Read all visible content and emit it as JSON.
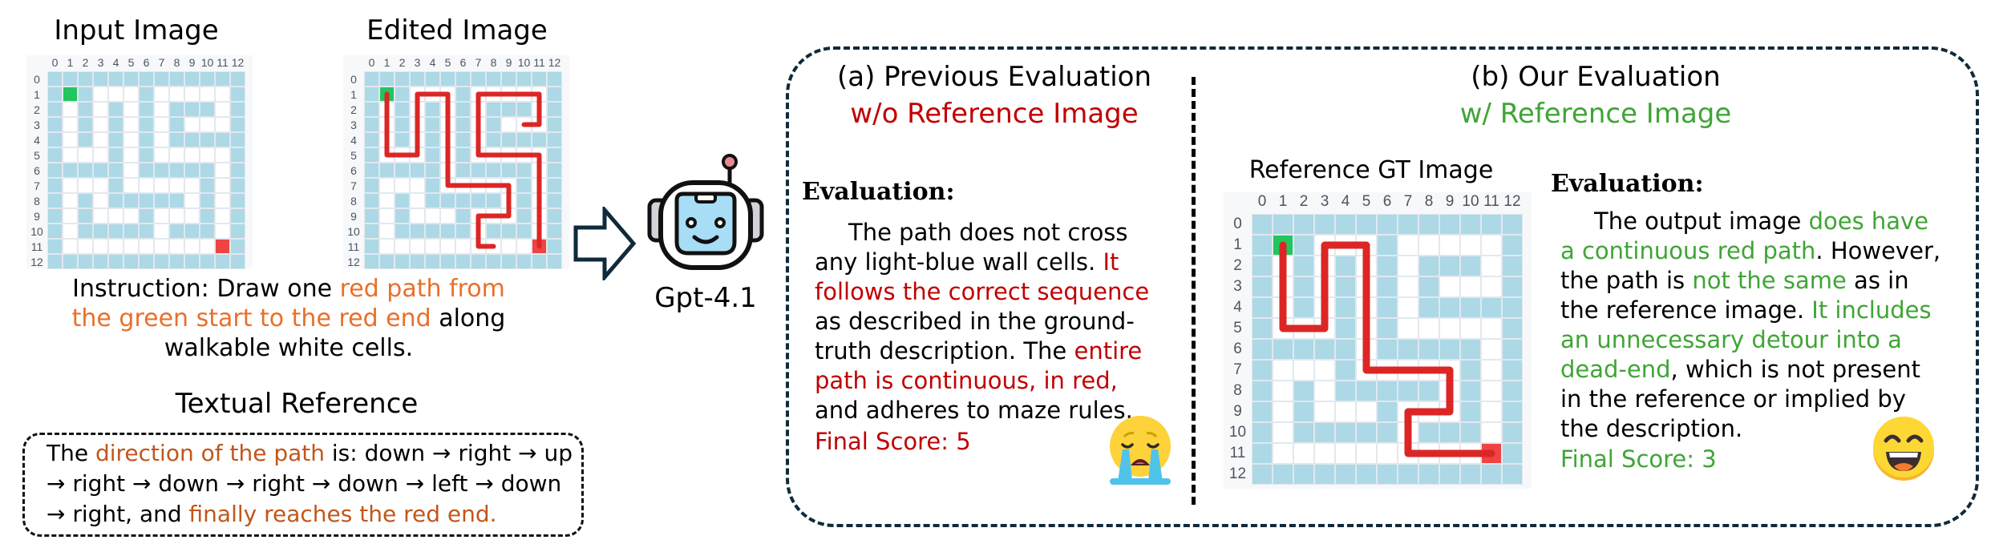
{
  "left": {
    "input_title": "Input Image",
    "edited_title": "Edited Image",
    "instruction": {
      "prefix": "Instruction: Draw one ",
      "highlight": "red path from the green start to the red end",
      "suffix": " along walkable white cells."
    },
    "textual_reference": {
      "title": "Textual Reference",
      "parts": [
        {
          "text": "The ",
          "color": "black"
        },
        {
          "text": "direction of the path",
          "color": "brown"
        },
        {
          "text": " is: down → right → up → right → down → right → down → left → down → right, and ",
          "color": "black"
        },
        {
          "text": "finally reaches the red end.",
          "color": "brown"
        }
      ]
    }
  },
  "model": {
    "name": "Gpt-4.1",
    "icon": "robot-icon",
    "arrow": "right-arrow-icon"
  },
  "panel_a": {
    "title": "(a) Previous Evaluation",
    "subtitle": "w/o Reference Image",
    "eval_heading": "Evaluation:",
    "parts": [
      {
        "text": "The path does not cross any light-blue wall cells. ",
        "color": "black"
      },
      {
        "text": "It follows the correct sequence",
        "color": "red"
      },
      {
        "text": " as described in the ground-truth description. The ",
        "color": "black"
      },
      {
        "text": "entire path is continuous, in red,",
        "color": "red"
      },
      {
        "text": " and adheres to maze rules.",
        "color": "black"
      }
    ],
    "final_score": "Final Score: 5",
    "emoji": "crying-face-icon"
  },
  "panel_b": {
    "title": "(b) Our Evaluation",
    "subtitle": "w/ Reference Image",
    "ref_title": "Reference GT Image",
    "eval_heading": "Evaluation:",
    "parts": [
      {
        "text": "The output image ",
        "color": "black"
      },
      {
        "text": "does have a continuous red path",
        "color": "green"
      },
      {
        "text": ". However, the path is ",
        "color": "black"
      },
      {
        "text": "not the same",
        "color": "green"
      },
      {
        "text": " as in the reference image. ",
        "color": "black"
      },
      {
        "text": "It includes an unnecessary detour into a dead-end",
        "color": "green"
      },
      {
        "text": ", which is not present in the reference or implied by the description.",
        "color": "black"
      }
    ],
    "final_score": "Final Score: 3",
    "emoji": "grinning-face-icon"
  },
  "maze": {
    "size": 13,
    "labels": [
      "0",
      "1",
      "2",
      "3",
      "4",
      "5",
      "6",
      "7",
      "8",
      "9",
      "10",
      "11",
      "12"
    ],
    "start": [
      1,
      1
    ],
    "end": [
      11,
      11
    ],
    "grid": [
      "1111111111111",
      "1S10001000001",
      "1010101011101",
      "1010101010001",
      "1010101011111",
      "1000101000001",
      "1111101111101",
      "1000100000101",
      "1010111110101",
      "1010001000101",
      "1011111011101",
      "10000000000E1",
      "1111111111111"
    ],
    "edited_path": [
      [
        1,
        1
      ],
      [
        1,
        5
      ],
      [
        3,
        5
      ],
      [
        3,
        1
      ],
      [
        5,
        1
      ],
      [
        5,
        7
      ],
      [
        9,
        7
      ],
      [
        9,
        9
      ],
      [
        7,
        9
      ],
      [
        7,
        11
      ],
      [
        8,
        11
      ],
      [
        8,
        1
      ],
      [
        7,
        1
      ],
      [
        7,
        5
      ],
      [
        11,
        5
      ],
      [
        11,
        11
      ]
    ],
    "edited_path_note": "col,row points",
    "edited_path_segments": [
      [
        [
          1,
          1
        ],
        [
          1,
          5
        ],
        [
          3,
          5
        ],
        [
          3,
          1
        ],
        [
          5,
          1
        ],
        [
          5,
          7
        ],
        [
          9,
          7
        ],
        [
          9,
          9
        ],
        [
          7,
          9
        ],
        [
          7,
          11
        ],
        [
          8,
          11
        ]
      ],
      [
        [
          10,
          3
        ],
        [
          11,
          3
        ],
        [
          11,
          1
        ],
        [
          7,
          1
        ],
        [
          7,
          5
        ],
        [
          11,
          5
        ],
        [
          11,
          11
        ]
      ]
    ],
    "gt_path": [
      [
        1,
        1
      ],
      [
        1,
        5
      ],
      [
        3,
        5
      ],
      [
        3,
        1
      ],
      [
        5,
        1
      ],
      [
        5,
        7
      ],
      [
        9,
        7
      ],
      [
        9,
        9
      ],
      [
        7,
        9
      ],
      [
        7,
        11
      ],
      [
        11,
        11
      ]
    ]
  },
  "colors": {
    "wall": "#add8e6",
    "start": "#22c55e",
    "end": "#ef4444",
    "path": "#dc2626",
    "orange": "#e8702a",
    "brown": "#c2561a",
    "red_text": "#c00000",
    "green_text": "#3fa535",
    "border": "#0f2a3a"
  }
}
